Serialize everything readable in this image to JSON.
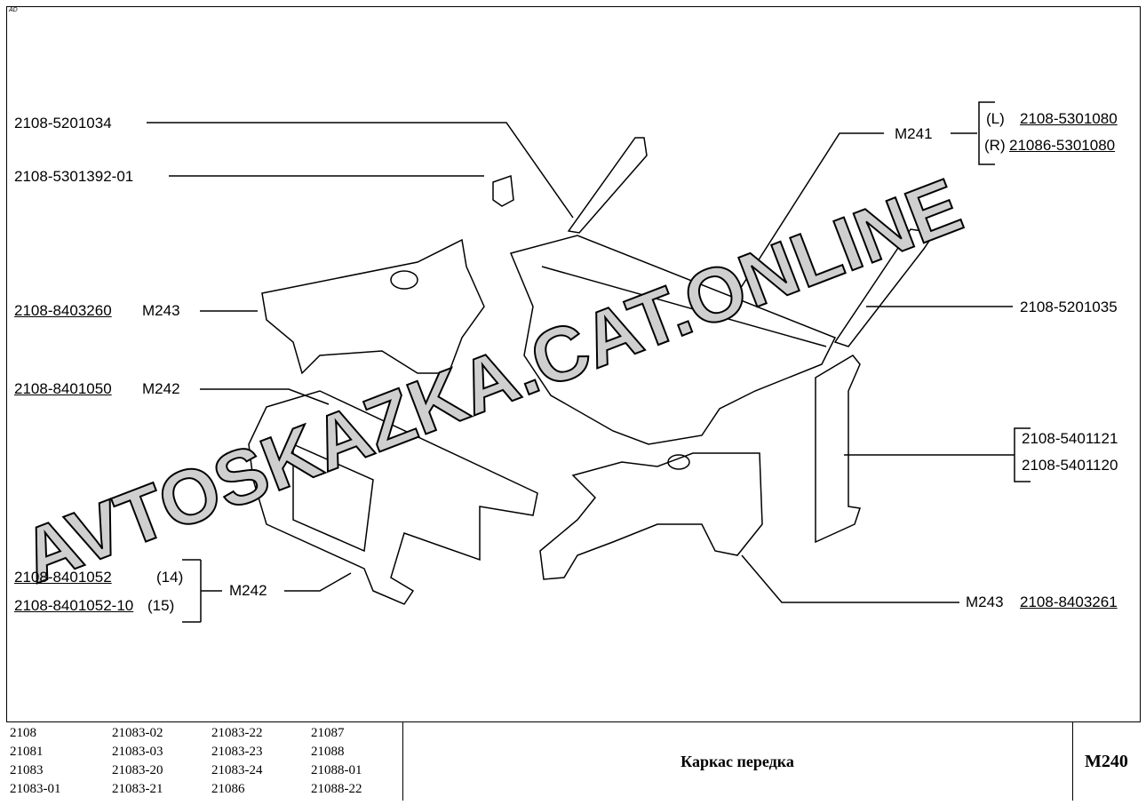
{
  "corner_mark": "AD",
  "watermark": "AVTOSKAZKA.CAT.ONLINE",
  "callouts": {
    "c1": "2108-5201034",
    "c2": "2108-5301392-01",
    "c3_part": "2108-8403260",
    "c3_ref": "M243",
    "c4_part": "2108-8401050",
    "c4_ref": "M242",
    "c5a_part": "2108-8401052",
    "c5a_qty": "(14)",
    "c5b_part": "2108-8401052-10",
    "c5b_qty": "(15)",
    "c5_ref": "M242",
    "m241": "M241",
    "l_side": "(L)",
    "l_part": "2108-5301080",
    "r_side": "(R)",
    "r_part": "21086-5301080",
    "c6": "2108-5201035",
    "c7a": "2108-5401121",
    "c7b": "2108-5401120",
    "c8_ref": "M243",
    "c8_part": "2108-8403261"
  },
  "title_block": {
    "models": [
      "2108",
      "21081",
      "21083",
      "21083-01",
      "21083-02",
      "21083-03",
      "21083-20",
      "21083-21",
      "21083-22",
      "21083-23",
      "21083-24",
      "21086",
      "21087",
      "21088",
      "21088-01",
      "21088-22"
    ],
    "title": "Каркас передка",
    "code": "M240"
  }
}
